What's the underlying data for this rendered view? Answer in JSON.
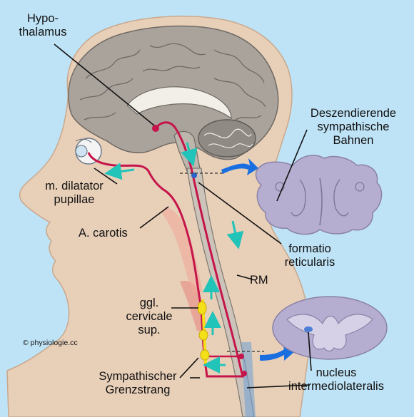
{
  "labels": {
    "hypothalamus": [
      "Hypo-",
      "thalamus"
    ],
    "descending": [
      "Deszendierende",
      "sympathische",
      "Bahnen"
    ],
    "dilatator": [
      "m. dilatator",
      "pupillae"
    ],
    "carotis": "A. carotis",
    "formatio": [
      "formatio",
      "reticularis"
    ],
    "rm": "RM",
    "ggl": [
      "ggl.",
      "cervicale",
      "sup."
    ],
    "copyright": "© physiologie.cc",
    "grenzstrang": [
      "Sympathischer",
      "Grenzstrang"
    ],
    "nucleus": [
      "nucleus",
      "intermediolateralis"
    ]
  },
  "colors": {
    "background": "#bfe3f6",
    "skin": "#e8cfb8",
    "brain": "#a9a39c",
    "pathway": "#c5154a",
    "arrow_cyan": "#22c3b8",
    "arrow_blue": "#1a6fe0",
    "ganglion": "#f4e018",
    "spinal_section": "#b6aed0"
  }
}
